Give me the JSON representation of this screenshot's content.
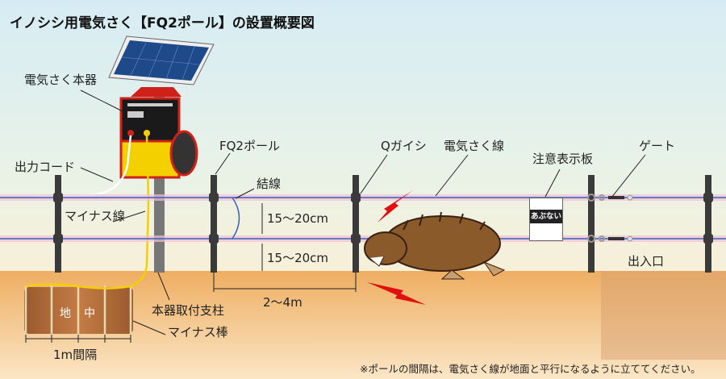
{
  "title": "イノシシ用電気さく【FQ2ポール】の設置概要図",
  "labels": {
    "energizer": "電気さく本器",
    "output_cord": "出力コード",
    "minus_wire": "マイナス線",
    "fq2_pole": "FQ2ポール",
    "binding": "結線",
    "height_upper": "15～20cm",
    "height_lower": "15～20cm",
    "q_insulator": "Qガイシ",
    "fence_wire": "電気さく線",
    "warning_sign": "注意表示板",
    "gate": "ゲート",
    "entrance": "出入口",
    "pole_spacing": "2～4m",
    "mount_post": "本器取付支柱",
    "ground_rod": "マイナス棒",
    "underground_1": "地",
    "underground_2": "中",
    "rod_spacing": "1m間隔",
    "sign_text": "あぶない"
  },
  "footnote": "※ポールの間隔は、電気さく線が地面と平行になるように立ててください。",
  "colors": {
    "wire": "#3a5fb8",
    "wire_glow": "#f0c0d8",
    "energizer_red": "#d0201a",
    "energizer_yellow": "#f5d000",
    "ground": "#f0b870",
    "boar": "#8a5a2a",
    "lightning": "#e01010"
  }
}
